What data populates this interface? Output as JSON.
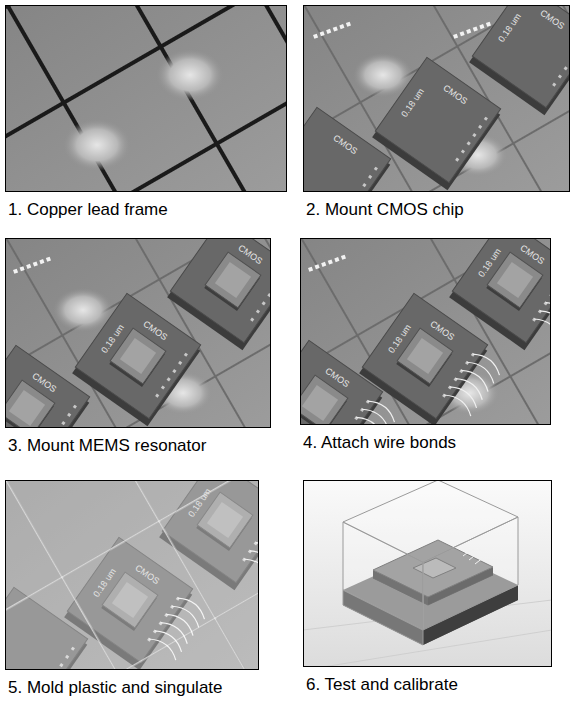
{
  "diagram": {
    "nodes": [
      {
        "text": [
          "1. Copper lead frame"
        ]
      },
      {
        "text": [
          "2. Mount CMOS chip"
        ]
      },
      {
        "text": [
          "3. Mount MEMS resonator"
        ]
      },
      {
        "text": [
          "4. Attach wire bonds"
        ]
      },
      {
        "text": [
          "5. Mold plastic and singulate"
        ]
      },
      {
        "text": [
          "6. Test and calibrate"
        ]
      }
    ],
    "labels": [
      "CMOS",
      "0.18 um",
      "CMOS",
      "0.18 um",
      "CMOS",
      "CMOS",
      "0.18 um",
      "CMOS",
      "CMOS",
      "CMOS",
      "0.18 um",
      "CMOS",
      "0.18 um",
      "CMOS",
      "CMOS",
      "0.18 um",
      "0.18 um"
    ]
  }
}
